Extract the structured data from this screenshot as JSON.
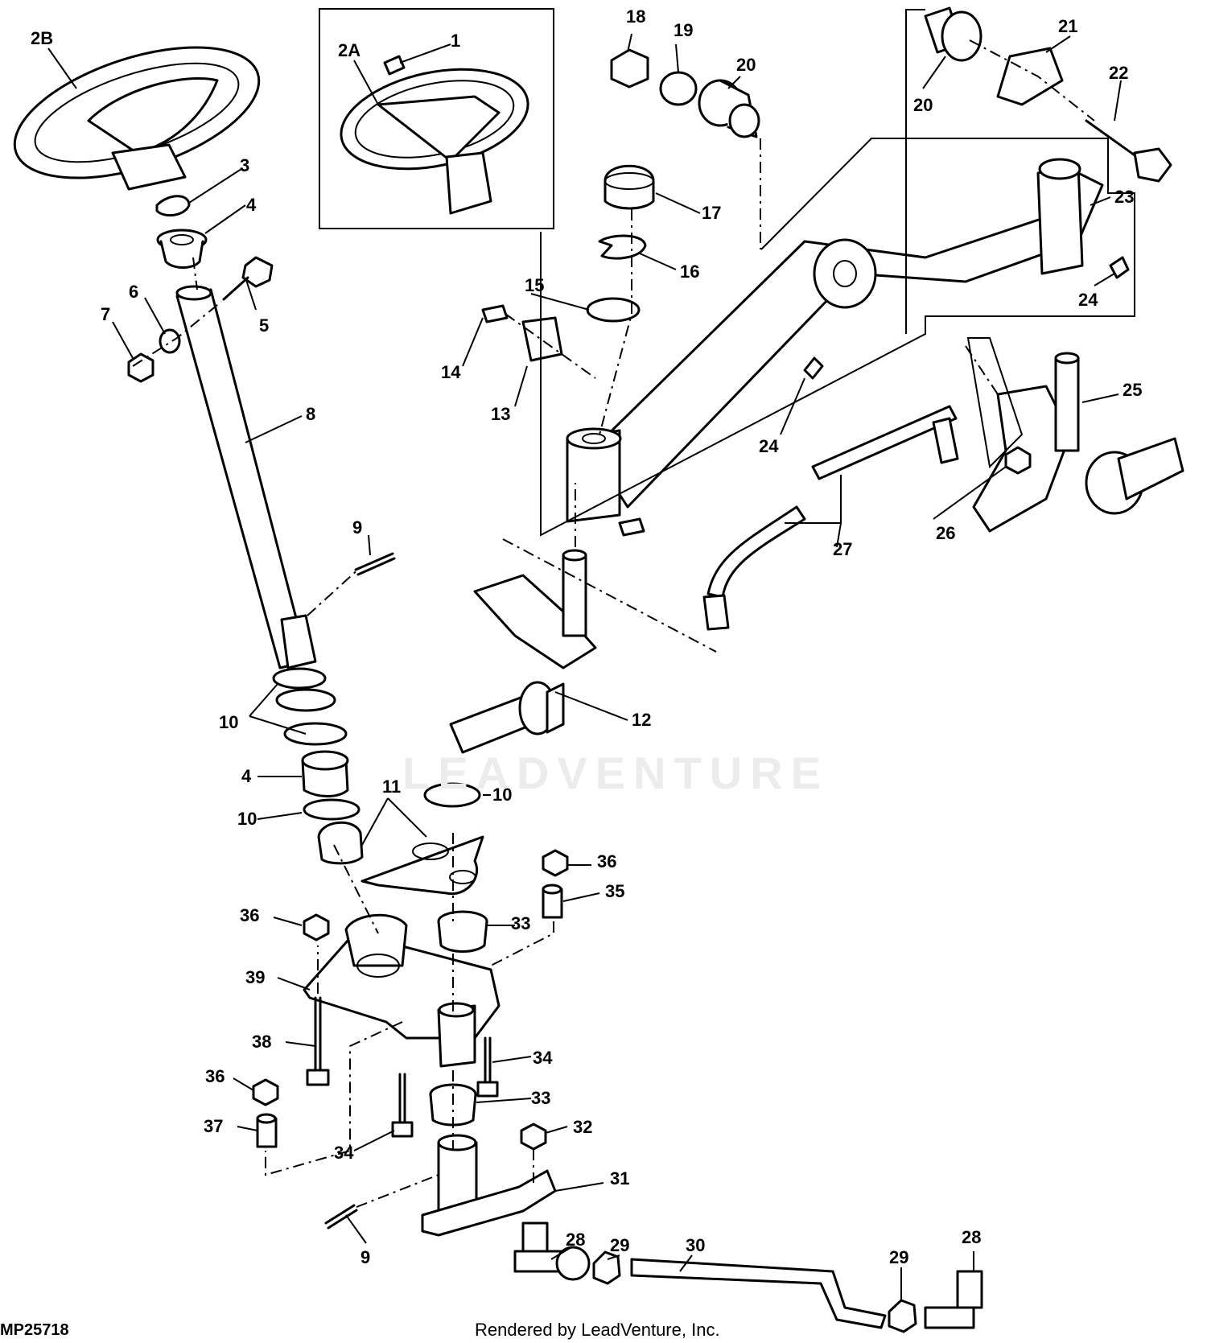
{
  "diagram": {
    "reference_code": "MP25718",
    "credit": "Rendered by LeadVenture, Inc.",
    "watermark": "LEADVENTURE",
    "callouts": [
      {
        "id": "c-2b",
        "label": "2B"
      },
      {
        "id": "c-2a",
        "label": "2A"
      },
      {
        "id": "c-1",
        "label": "1"
      },
      {
        "id": "c-3",
        "label": "3"
      },
      {
        "id": "c-4a",
        "label": "4"
      },
      {
        "id": "c-5",
        "label": "5"
      },
      {
        "id": "c-6",
        "label": "6"
      },
      {
        "id": "c-7",
        "label": "7"
      },
      {
        "id": "c-8",
        "label": "8"
      },
      {
        "id": "c-9a",
        "label": "9"
      },
      {
        "id": "c-10a",
        "label": "10"
      },
      {
        "id": "c-4b",
        "label": "4"
      },
      {
        "id": "c-10b",
        "label": "10"
      },
      {
        "id": "c-11",
        "label": "11"
      },
      {
        "id": "c-10c",
        "label": "10"
      },
      {
        "id": "c-12",
        "label": "12"
      },
      {
        "id": "c-13",
        "label": "13"
      },
      {
        "id": "c-14",
        "label": "14"
      },
      {
        "id": "c-15",
        "label": "15"
      },
      {
        "id": "c-16",
        "label": "16"
      },
      {
        "id": "c-17",
        "label": "17"
      },
      {
        "id": "c-18",
        "label": "18"
      },
      {
        "id": "c-19",
        "label": "19"
      },
      {
        "id": "c-20a",
        "label": "20"
      },
      {
        "id": "c-20b",
        "label": "20"
      },
      {
        "id": "c-21",
        "label": "21"
      },
      {
        "id": "c-22",
        "label": "22"
      },
      {
        "id": "c-23",
        "label": "23"
      },
      {
        "id": "c-24a",
        "label": "24"
      },
      {
        "id": "c-24b",
        "label": "24"
      },
      {
        "id": "c-25",
        "label": "25"
      },
      {
        "id": "c-26",
        "label": "26"
      },
      {
        "id": "c-27",
        "label": "27"
      },
      {
        "id": "c-36a",
        "label": "36"
      },
      {
        "id": "c-35",
        "label": "35"
      },
      {
        "id": "c-36b",
        "label": "36"
      },
      {
        "id": "c-33a",
        "label": "33"
      },
      {
        "id": "c-39",
        "label": "39"
      },
      {
        "id": "c-38",
        "label": "38"
      },
      {
        "id": "c-34a",
        "label": "34"
      },
      {
        "id": "c-36c",
        "label": "36"
      },
      {
        "id": "c-33b",
        "label": "33"
      },
      {
        "id": "c-37",
        "label": "37"
      },
      {
        "id": "c-34b",
        "label": "34"
      },
      {
        "id": "c-32",
        "label": "32"
      },
      {
        "id": "c-31",
        "label": "31"
      },
      {
        "id": "c-9b",
        "label": "9"
      },
      {
        "id": "c-28a",
        "label": "28"
      },
      {
        "id": "c-29a",
        "label": "29"
      },
      {
        "id": "c-30",
        "label": "30"
      },
      {
        "id": "c-29b",
        "label": "29"
      },
      {
        "id": "c-28b",
        "label": "28"
      }
    ]
  }
}
